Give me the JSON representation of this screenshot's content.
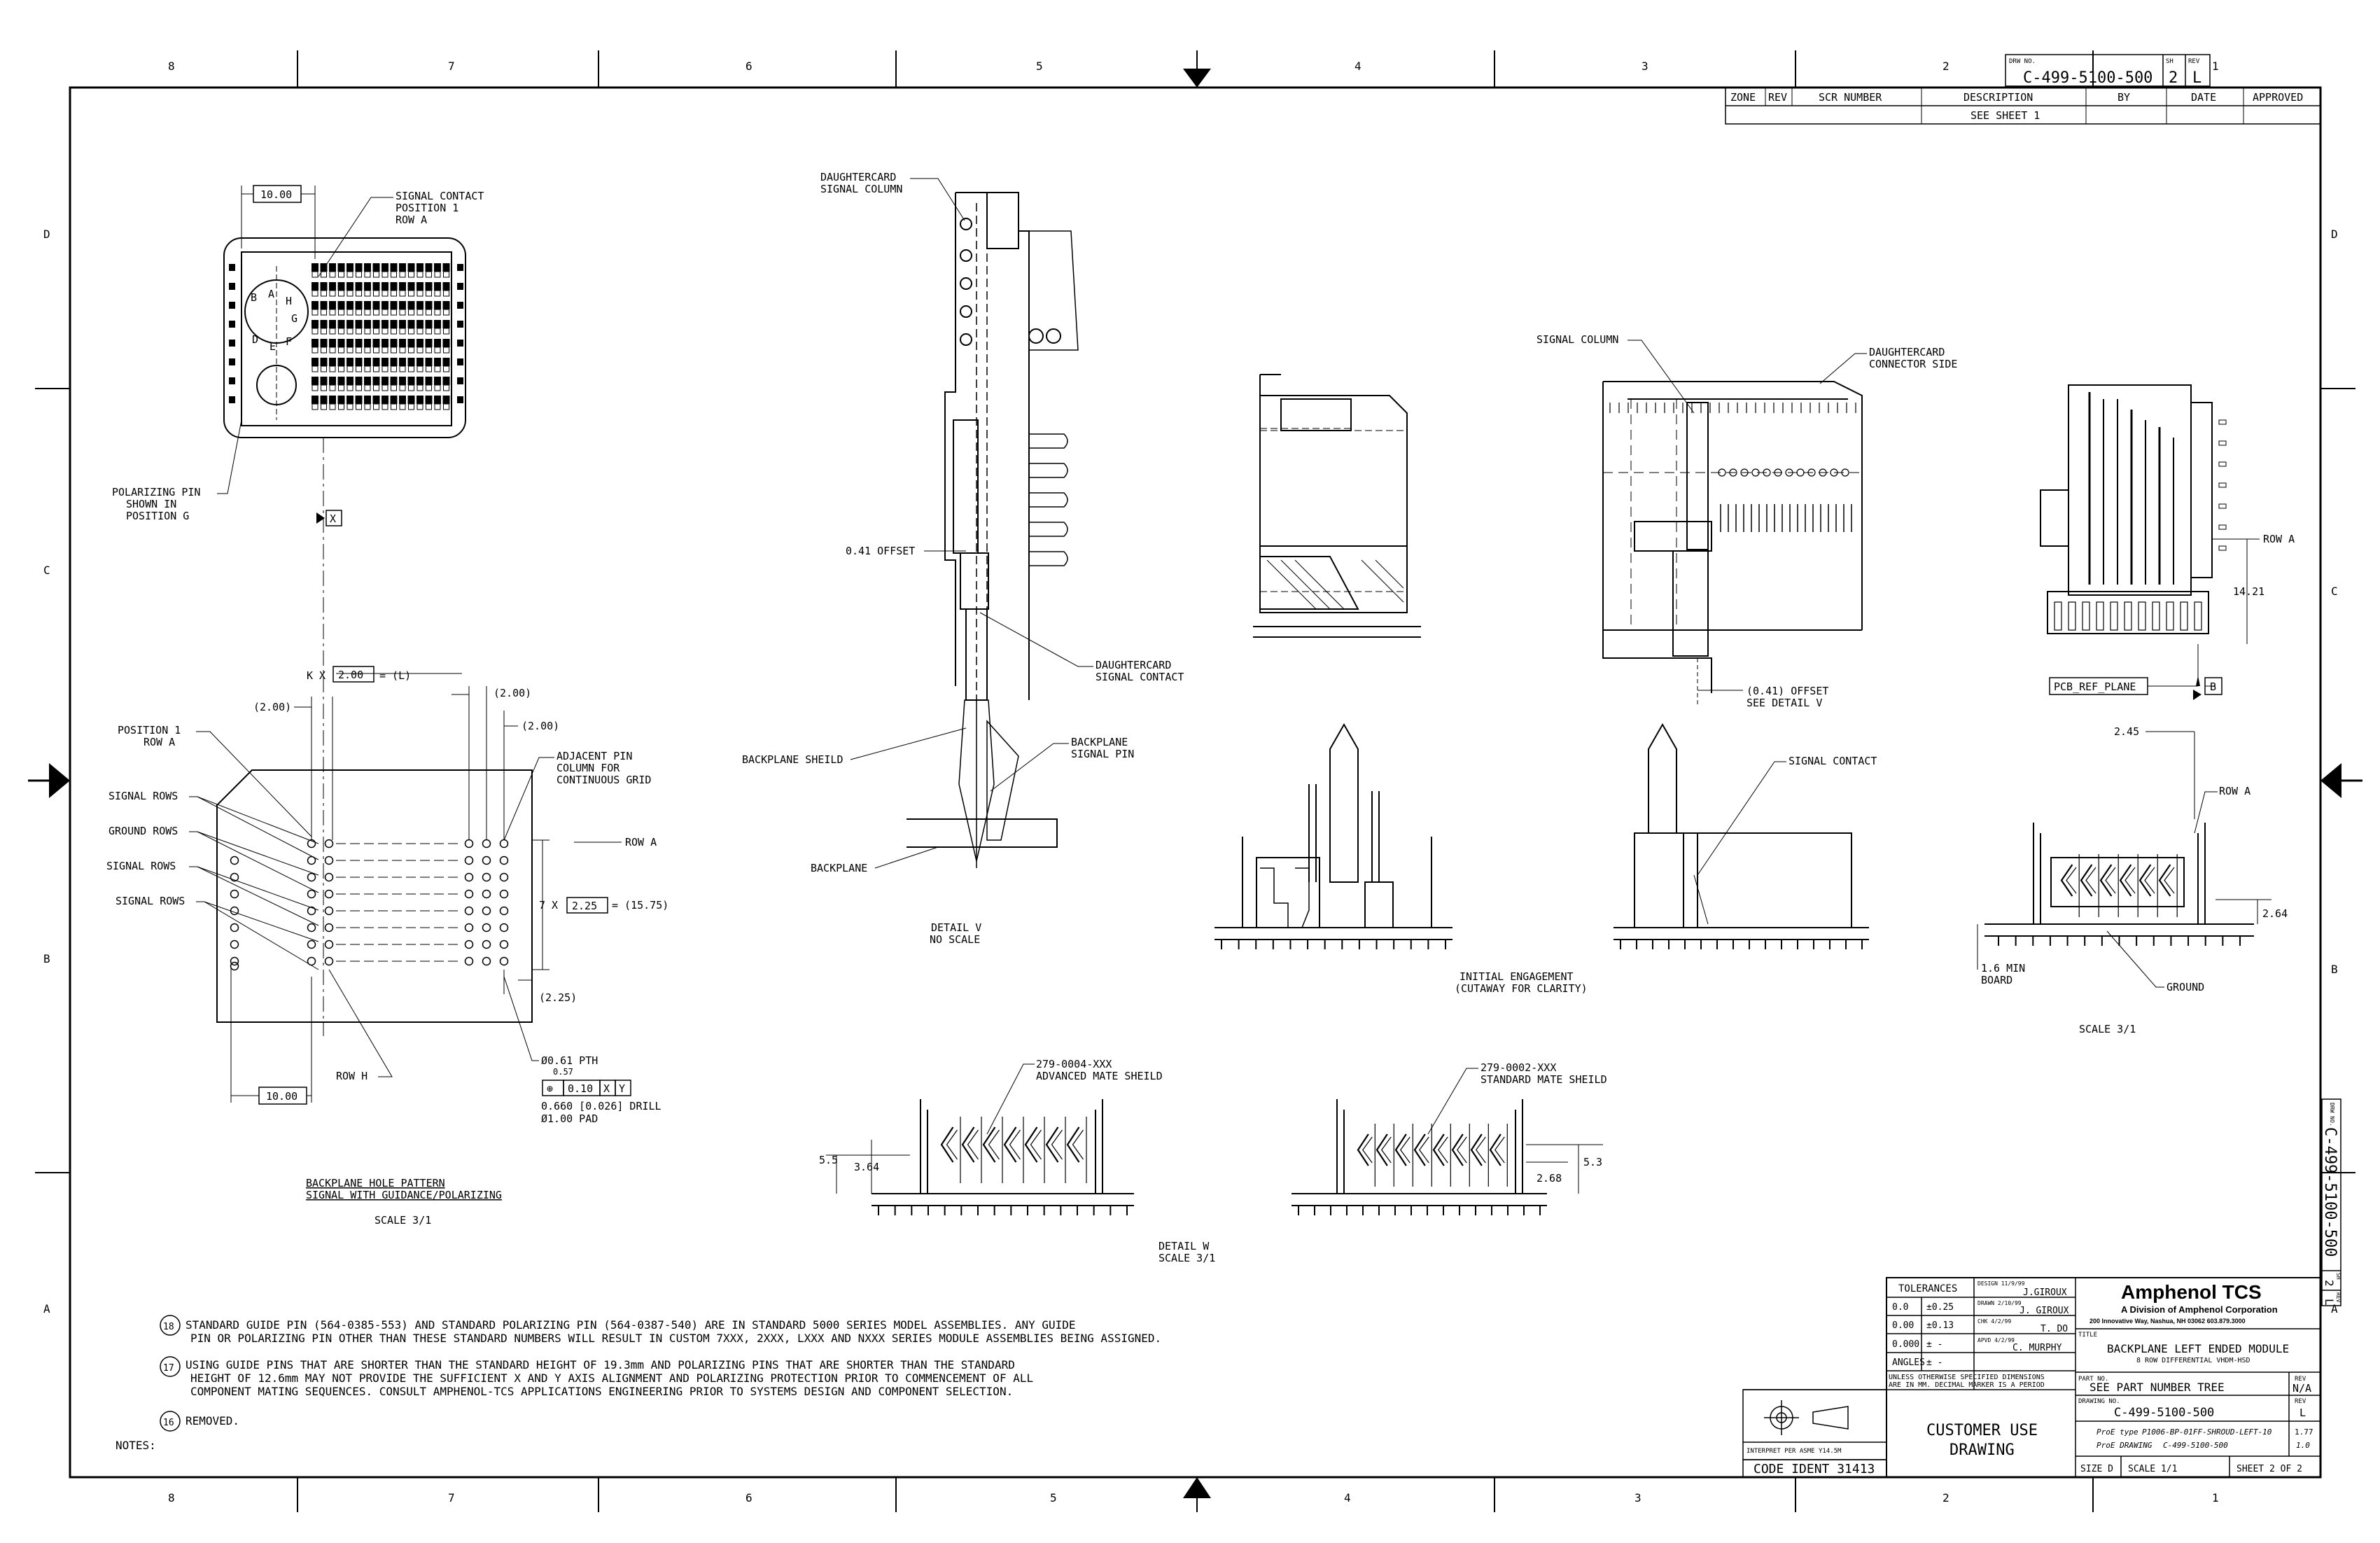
{
  "border": {
    "zones_top": [
      "8",
      "7",
      "6",
      "5",
      "4",
      "3",
      "2",
      "1"
    ],
    "zones_bottom": [
      "8",
      "7",
      "6",
      "5",
      "4",
      "3",
      "2",
      "1"
    ],
    "rows_left": [
      "D",
      "C",
      "B",
      "A"
    ],
    "rows_right": [
      "D",
      "C",
      "B",
      "A"
    ]
  },
  "header_box": {
    "drw_no_label": "DRW NO.",
    "drw_no": "C-499-5100-500",
    "sh_label": "SH",
    "sh": "2",
    "rev_label": "REV",
    "rev": "L"
  },
  "revision_block": {
    "columns": [
      "ZONE",
      "REV",
      "SCR NUMBER",
      "DESCRIPTION",
      "BY",
      "DATE",
      "APPROVED"
    ],
    "row": [
      "",
      "",
      "",
      "SEE SHEET 1",
      "",
      "",
      ""
    ]
  },
  "hole_pattern": {
    "dim_top": "10.00",
    "signal_contact": [
      "SIGNAL CONTACT",
      "POSITION 1",
      "ROW A"
    ],
    "polarizing_pin": [
      "POLARIZING PIN",
      "SHOWN IN",
      "POSITION G"
    ],
    "datum_x": "X",
    "pin_letters": [
      "B",
      "A",
      "H",
      "G",
      "D",
      "E",
      "F"
    ],
    "k_dim_prefix": "K X",
    "k_dim_box": "2.00",
    "k_dim_suffix": "= (L)",
    "dim_200_left": "(2.00)",
    "dim_200_right1": "(2.00)",
    "dim_200_right2": "(2.00)",
    "position1": [
      "POSITION 1",
      "ROW A"
    ],
    "adjacent_pin": [
      "ADJACENT PIN",
      "COLUMN FOR",
      "CONTINUOUS GRID"
    ],
    "signal_rows_1": "SIGNAL ROWS",
    "ground_rows": "GROUND ROWS",
    "signal_rows_2": "SIGNAL ROWS",
    "signal_rows_3": "SIGNAL ROWS",
    "row_a": "ROW A",
    "seven_dim_prefix": "7 X",
    "seven_dim_box": "2.25",
    "seven_dim_suffix": "= (15.75)",
    "dim_225": "(2.25)",
    "row_h": "ROW H",
    "dim_bottom": "10.00",
    "pth_dia": "Ø0.61 PTH",
    "pth_tol": "0.57",
    "gdt_symbol": "⊕",
    "gdt_tol": "0.10",
    "gdt_x": "X",
    "gdt_y": "Y",
    "drill": "0.660 [0.026] DRILL",
    "pad": "Ø1.00 PAD",
    "caption1": "BACKPLANE HOLE PATTERN",
    "caption2": "SIGNAL WITH GUIDANCE/POLARIZING",
    "scale": "SCALE  3/1"
  },
  "detail_v": {
    "daughtercard_signal_column": [
      "DAUGHTERCARD",
      "SIGNAL COLUMN"
    ],
    "offset": "0.41 OFFSET",
    "daughtercard_signal_contact": [
      "DAUGHTERCARD",
      "SIGNAL CONTACT"
    ],
    "backplane_sheild": "BACKPLANE SHEILD",
    "backplane_signal_pin": [
      "BACKPLANE",
      "SIGNAL PIN"
    ],
    "backplane": "BACKPLANE",
    "caption": [
      "DETAIL V",
      "NO SCALE"
    ]
  },
  "engagement": {
    "signal_column": "SIGNAL COLUMN",
    "daughtercard_connector_side": [
      "DAUGHTERCARD",
      "CONNECTOR SIDE"
    ],
    "offset": [
      "(0.41) OFFSET",
      "SEE DETAIL V"
    ],
    "signal_contact": "SIGNAL CONTACT",
    "caption": [
      "INITIAL ENGAGEMENT",
      "(CUTAWAY FOR CLARITY)"
    ]
  },
  "side_view": {
    "row_a_1": "ROW A",
    "dim_1421": "14.21",
    "pcb_ref": "PCB_REF_PLANE",
    "datum_b": "B",
    "dim_245": "2.45",
    "row_a_2": "ROW A",
    "dim_264": "2.64",
    "board_min": [
      "1.6 MIN",
      "BOARD"
    ],
    "ground": "GROUND",
    "scale": "SCALE  3/1"
  },
  "detail_w": {
    "adv_part": [
      "279-0004-XXX",
      "ADVANCED MATE SHEILD"
    ],
    "dim_55": "5.5",
    "dim_364": "3.64",
    "std_part": [
      "279-0002-XXX",
      "STANDARD MATE SHEILD"
    ],
    "dim_53": "5.3",
    "dim_268": "2.68",
    "caption": [
      "DETAIL W",
      "SCALE  3/1"
    ]
  },
  "notes": {
    "label": "NOTES:",
    "n18_num": "18",
    "n18_lines": [
      "STANDARD GUIDE PIN (564-0385-553) AND STANDARD POLARIZING PIN (564-0387-540) ARE IN STANDARD 5000 SERIES MODEL ASSEMBLIES. ANY GUIDE",
      "PIN OR POLARIZING PIN OTHER THAN THESE STANDARD NUMBERS WILL RESULT IN CUSTOM 7XXX, 2XXX, LXXX AND NXXX SERIES MODULE ASSEMBLIES BEING ASSIGNED."
    ],
    "n17_num": "17",
    "n17_lines": [
      "USING GUIDE PINS THAT ARE SHORTER THAN THE STANDARD HEIGHT OF 19.3mm AND POLARIZING PINS THAT ARE SHORTER THAN THE STANDARD",
      "HEIGHT OF 12.6mm MAY NOT PROVIDE THE SUFFICIENT X AND Y AXIS ALIGNMENT AND POLARIZING PROTECTION PRIOR TO COMMENCEMENT OF ALL",
      "COMPONENT MATING SEQUENCES. CONSULT AMPHENOL-TCS APPLICATIONS ENGINEERING PRIOR TO SYSTEMS DESIGN AND COMPONENT SELECTION."
    ],
    "n16_num": "16",
    "n16_text": "REMOVED."
  },
  "title_block": {
    "tolerances": "TOLERANCES",
    "tol_rows": [
      [
        "0.0",
        "±0.25"
      ],
      [
        "0.00",
        "±0.13"
      ],
      [
        "0.000",
        "± -"
      ],
      [
        "ANGLES",
        "± -"
      ]
    ],
    "design_label": "DESIGN  11/9/99",
    "design_name": "J.GIROUX",
    "drawn_label": "DRAWN  2/10/99",
    "drawn_name": "J. GIROUX",
    "chk_label": "CHK  4/2/99",
    "chk_name": "T. DO",
    "apvd_label": "APVD  4/2/99",
    "apvd_name": "C. MURPHY",
    "unless_lines": [
      "UNLESS OTHERWISE SPECIFIED DIMENSIONS",
      "ARE IN MM. DECIMAL MARKER IS A PERIOD"
    ],
    "company": "Amphenol TCS",
    "division": "A Division of Amphenol Corporation",
    "address": "200 Innovative Way, Nashua, NH 03062  603.879.3000",
    "title_label": "TITLE",
    "title_1": "BACKPLANE LEFT ENDED MODULE",
    "title_2": "8 ROW DIFFERENTIAL VHDM-HSD",
    "part_label": "PART NO.",
    "part_no": "SEE PART NUMBER TREE",
    "rev_label": "REV",
    "rev_val": "N/A",
    "drw_label": "DRAWING NO.",
    "drw_no": "C-499-5100-500",
    "drw_rev_label": "REV",
    "drw_rev": "L",
    "proe_type_label": "ProE type",
    "proe_type": "P1006-BP-01FF-SHROUD-LEFT-10",
    "proe_type_ver": "1.77",
    "proe_drw_label": "ProE DRAWING",
    "proe_drw": "C-499-5100-500",
    "proe_drw_ver": "1.0",
    "size": "SIZE  D",
    "scale": "SCALE  1/1",
    "sheet": "SHEET 2 OF 2",
    "interpret": "INTERPRET PER ASME Y14.5M",
    "customer_use_1": "CUSTOMER USE",
    "customer_use_2": "DRAWING",
    "code_ident": "CODE IDENT 31413"
  },
  "side_strip": {
    "drw_label": "DRW NO.",
    "drw_no": "C-499-5100-500",
    "sh_label": "SH",
    "sh": "2",
    "rev_label": "REV",
    "rev": "L"
  }
}
